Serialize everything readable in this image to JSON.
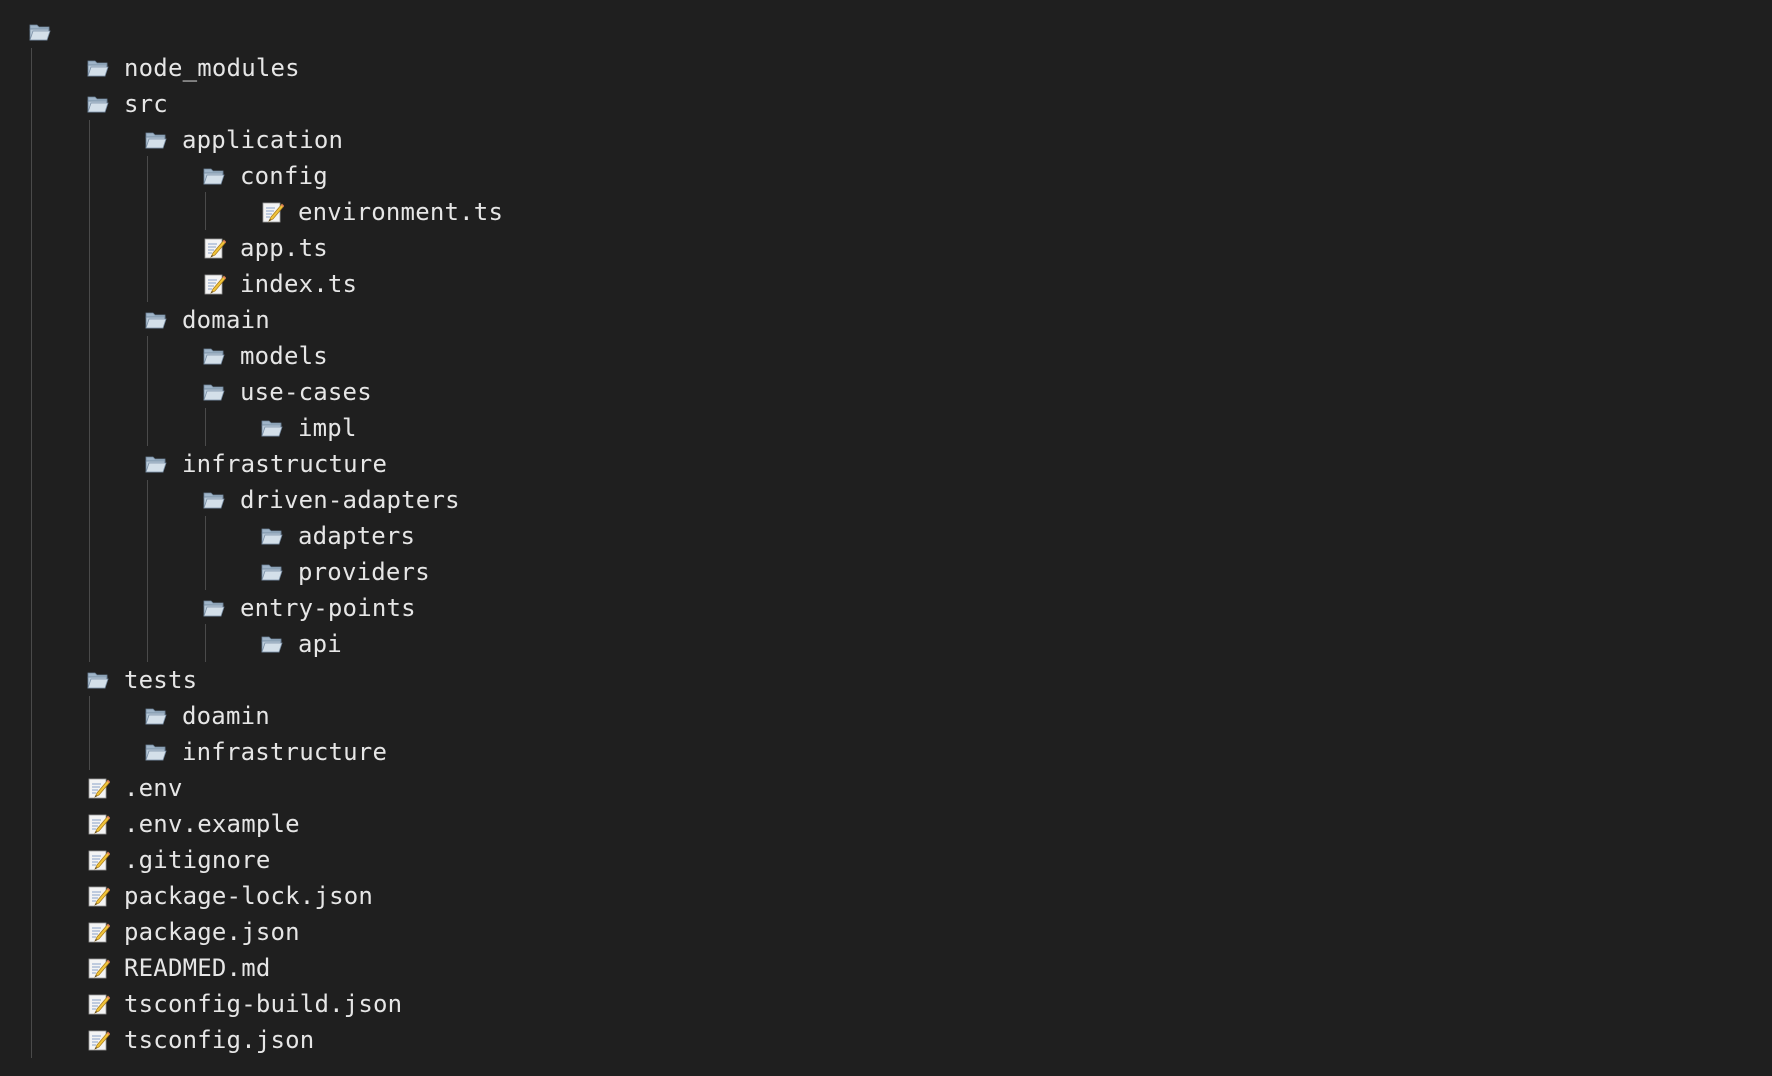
{
  "tree": {
    "root_icon": "folder-icon",
    "nodes": [
      {
        "label": "node_modules",
        "type": "folder",
        "depth": 1
      },
      {
        "label": "src",
        "type": "folder",
        "depth": 1
      },
      {
        "label": "application",
        "type": "folder",
        "depth": 2
      },
      {
        "label": "config",
        "type": "folder",
        "depth": 3
      },
      {
        "label": "environment.ts",
        "type": "file",
        "depth": 4
      },
      {
        "label": "app.ts",
        "type": "file",
        "depth": 3
      },
      {
        "label": "index.ts",
        "type": "file",
        "depth": 3
      },
      {
        "label": "domain",
        "type": "folder",
        "depth": 2
      },
      {
        "label": "models",
        "type": "folder",
        "depth": 3
      },
      {
        "label": "use-cases",
        "type": "folder",
        "depth": 3
      },
      {
        "label": "impl",
        "type": "folder",
        "depth": 4
      },
      {
        "label": "infrastructure",
        "type": "folder",
        "depth": 2
      },
      {
        "label": "driven-adapters",
        "type": "folder",
        "depth": 3
      },
      {
        "label": "adapters",
        "type": "folder",
        "depth": 4
      },
      {
        "label": "providers",
        "type": "folder",
        "depth": 4
      },
      {
        "label": "entry-points",
        "type": "folder",
        "depth": 3
      },
      {
        "label": "api",
        "type": "folder",
        "depth": 4
      },
      {
        "label": "tests",
        "type": "folder",
        "depth": 1
      },
      {
        "label": "doamin",
        "type": "folder",
        "depth": 2
      },
      {
        "label": "infrastructure",
        "type": "folder",
        "depth": 2
      },
      {
        "label": ".env",
        "type": "file",
        "depth": 1
      },
      {
        "label": ".env.example",
        "type": "file",
        "depth": 1
      },
      {
        "label": ".gitignore",
        "type": "file",
        "depth": 1
      },
      {
        "label": "package-lock.json",
        "type": "file",
        "depth": 1
      },
      {
        "label": "package.json",
        "type": "file",
        "depth": 1
      },
      {
        "label": "READMED.md",
        "type": "file",
        "depth": 1
      },
      {
        "label": "tsconfig-build.json",
        "type": "file",
        "depth": 1
      },
      {
        "label": "tsconfig.json",
        "type": "file",
        "depth": 1
      }
    ]
  },
  "colors": {
    "background": "#1f1f1f",
    "text": "#e6e6e6",
    "guide_line": "#4a4a4a"
  }
}
